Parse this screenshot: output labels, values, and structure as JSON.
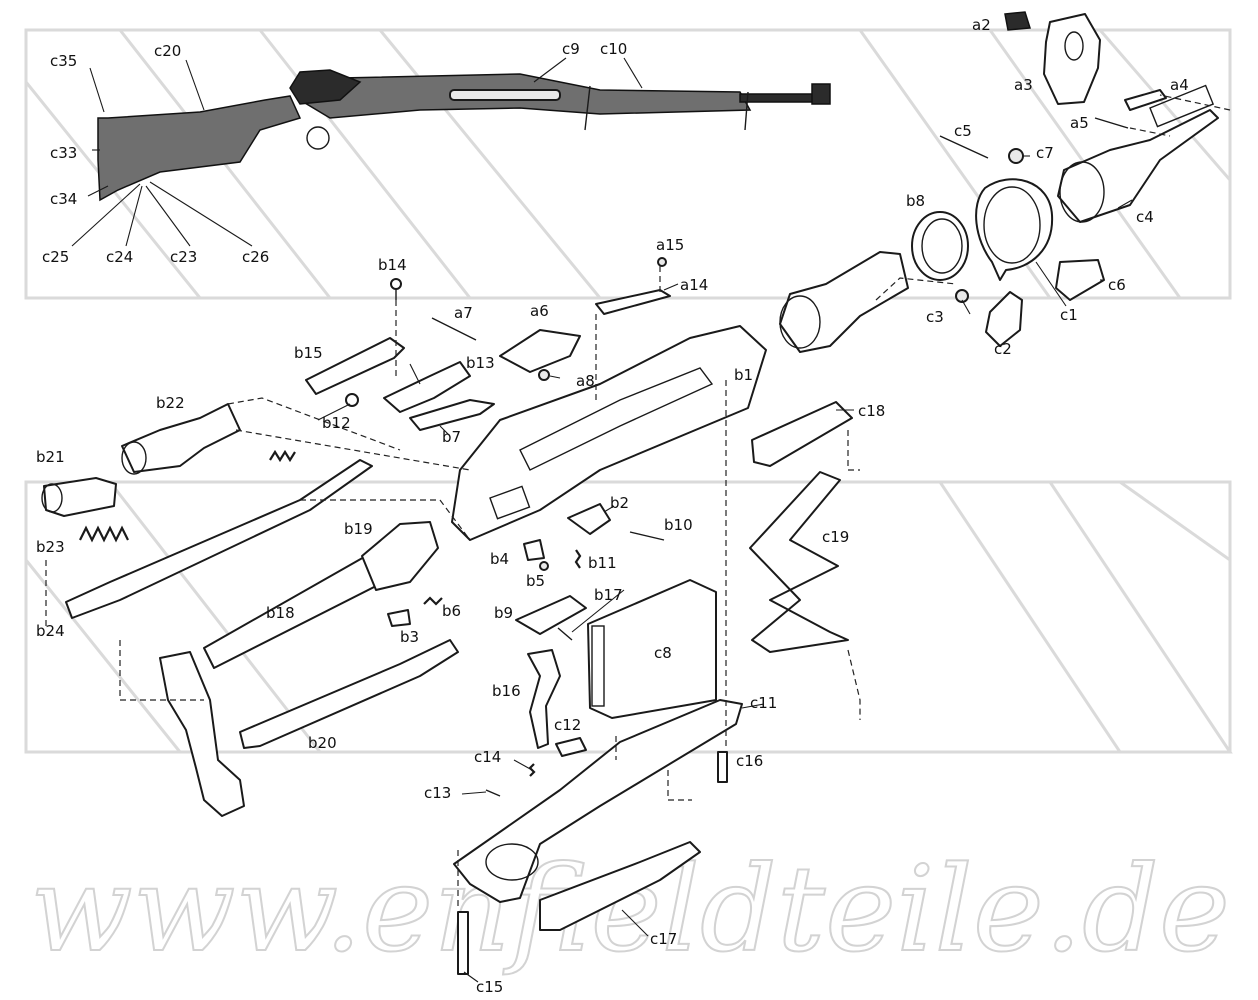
{
  "watermark": {
    "text": "www.enfieldteile.de"
  },
  "labels": [
    {
      "id": "a2",
      "text": "a2"
    },
    {
      "id": "a3",
      "text": "a3"
    },
    {
      "id": "a4",
      "text": "a4"
    },
    {
      "id": "a5",
      "text": "a5"
    },
    {
      "id": "c5",
      "text": "c5"
    },
    {
      "id": "c7",
      "text": "c7"
    },
    {
      "id": "c4",
      "text": "c4"
    },
    {
      "id": "b8",
      "text": "b8"
    },
    {
      "id": "c6",
      "text": "c6"
    },
    {
      "id": "c3",
      "text": "c3"
    },
    {
      "id": "c1",
      "text": "c1"
    },
    {
      "id": "c2",
      "text": "c2"
    },
    {
      "id": "c35",
      "text": "c35"
    },
    {
      "id": "c20",
      "text": "c20"
    },
    {
      "id": "c9",
      "text": "c9"
    },
    {
      "id": "c10",
      "text": "c10"
    },
    {
      "id": "c33",
      "text": "c33"
    },
    {
      "id": "c34",
      "text": "c34"
    },
    {
      "id": "c25",
      "text": "c25"
    },
    {
      "id": "c24",
      "text": "c24"
    },
    {
      "id": "c23",
      "text": "c23"
    },
    {
      "id": "c26",
      "text": "c26"
    },
    {
      "id": "b14",
      "text": "b14"
    },
    {
      "id": "a15",
      "text": "a15"
    },
    {
      "id": "a14",
      "text": "a14"
    },
    {
      "id": "a7",
      "text": "a7"
    },
    {
      "id": "a6",
      "text": "a6"
    },
    {
      "id": "b15",
      "text": "b15"
    },
    {
      "id": "b13",
      "text": "b13"
    },
    {
      "id": "a8",
      "text": "a8"
    },
    {
      "id": "b1",
      "text": "b1"
    },
    {
      "id": "b22",
      "text": "b22"
    },
    {
      "id": "b12",
      "text": "b12"
    },
    {
      "id": "b7",
      "text": "b7"
    },
    {
      "id": "c18",
      "text": "c18"
    },
    {
      "id": "b21",
      "text": "b21"
    },
    {
      "id": "b2",
      "text": "b2"
    },
    {
      "id": "b10",
      "text": "b10"
    },
    {
      "id": "b19",
      "text": "b19"
    },
    {
      "id": "c19",
      "text": "c19"
    },
    {
      "id": "b23",
      "text": "b23"
    },
    {
      "id": "b4",
      "text": "b4"
    },
    {
      "id": "b11",
      "text": "b11"
    },
    {
      "id": "b5",
      "text": "b5"
    },
    {
      "id": "b18",
      "text": "b18"
    },
    {
      "id": "b6",
      "text": "b6"
    },
    {
      "id": "b9",
      "text": "b9"
    },
    {
      "id": "b17",
      "text": "b17"
    },
    {
      "id": "b24",
      "text": "b24"
    },
    {
      "id": "b3",
      "text": "b3"
    },
    {
      "id": "c8",
      "text": "c8"
    },
    {
      "id": "b16",
      "text": "b16"
    },
    {
      "id": "c11",
      "text": "c11"
    },
    {
      "id": "c12",
      "text": "c12"
    },
    {
      "id": "b20",
      "text": "b20"
    },
    {
      "id": "c14",
      "text": "c14"
    },
    {
      "id": "c16",
      "text": "c16"
    },
    {
      "id": "c13",
      "text": "c13"
    },
    {
      "id": "c17",
      "text": "c17"
    },
    {
      "id": "c15",
      "text": "c15"
    }
  ]
}
